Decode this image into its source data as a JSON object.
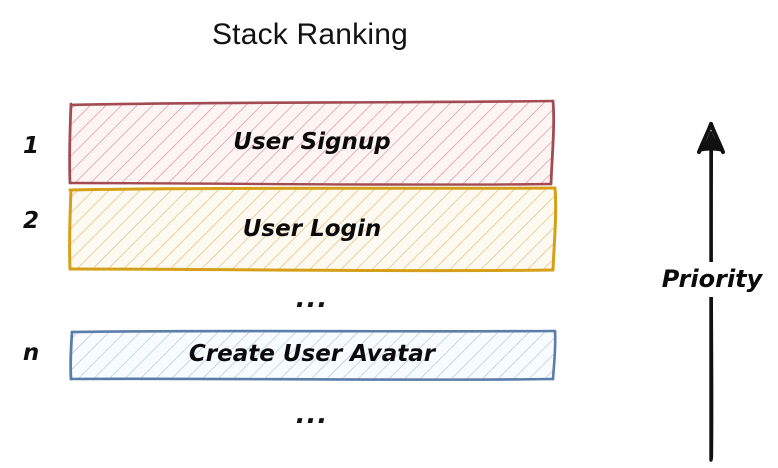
{
  "diagram": {
    "title": "Stack Ranking",
    "background_color": "#ffffff",
    "style": "hand-drawn"
  },
  "stack": {
    "items": [
      {
        "rank": "1",
        "label": "User Signup",
        "stroke_color": "#a24b52",
        "hatch_color": "#e0a0a6",
        "fill_color": "#fdf3f3"
      },
      {
        "rank": "2",
        "label": "User Login",
        "stroke_color": "#d5a017",
        "hatch_color": "#edc07a",
        "fill_color": "#fdf9f0"
      },
      {
        "rank": "n",
        "label": "Create User Avatar",
        "stroke_color": "#5a7eaa",
        "hatch_color": "#b4c6de",
        "fill_color": "#f7fafe"
      }
    ],
    "ellipsis_middle": "...",
    "ellipsis_bottom": "..."
  },
  "axis": {
    "label": "Priority",
    "direction": "up",
    "color": "#111111"
  }
}
